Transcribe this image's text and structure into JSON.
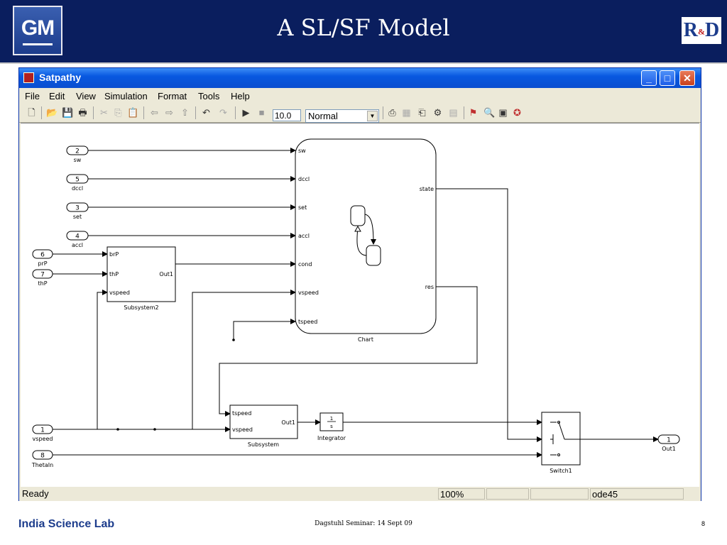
{
  "slide": {
    "title": "A SL/SF Model",
    "logo_left": "GM",
    "logo_right_r": "R",
    "logo_right_amp": "&",
    "logo_right_d": "D",
    "footer_left": "India Science Lab",
    "footer_center": "Dagstuhl  Seminar: 14 Sept 09",
    "page_number": "8"
  },
  "window": {
    "title": "Satpathy",
    "minimize": "_",
    "maximize": "□",
    "close": "✕"
  },
  "menu": [
    "File",
    "Edit",
    "View",
    "Simulation",
    "Format",
    "Tools",
    "Help"
  ],
  "toolbar": {
    "stop_time": "10.0",
    "sim_mode": "Normal"
  },
  "status": {
    "text": "Ready",
    "zoom": "100%",
    "solver": "ode45"
  },
  "model": {
    "inports": [
      {
        "num": "2",
        "name": "sw"
      },
      {
        "num": "5",
        "name": "dccl"
      },
      {
        "num": "3",
        "name": "set"
      },
      {
        "num": "4",
        "name": "accl"
      },
      {
        "num": "6",
        "name": "prP"
      },
      {
        "num": "7",
        "name": "thP"
      },
      {
        "num": "1",
        "name": "vspeed"
      },
      {
        "num": "8",
        "name": "ThetaIn"
      }
    ],
    "chart": {
      "name": "Chart",
      "inputs": [
        "sw",
        "dccl",
        "set",
        "accl",
        "cond",
        "vspeed",
        "tspeed"
      ],
      "outputs": [
        "state",
        "res"
      ]
    },
    "subsystem2": {
      "name": "Subsystem2",
      "inputs": [
        "brP",
        "thP",
        "vspeed"
      ],
      "output": "Out1"
    },
    "subsystem": {
      "name": "Subsystem",
      "inputs": [
        "tspeed",
        "vspeed"
      ],
      "output": "Out1"
    },
    "integrator": {
      "name": "Integrator",
      "num": "1",
      "den": "s"
    },
    "switch": {
      "name": "Switch1"
    },
    "outport": {
      "num": "1",
      "name": "Out1"
    }
  }
}
